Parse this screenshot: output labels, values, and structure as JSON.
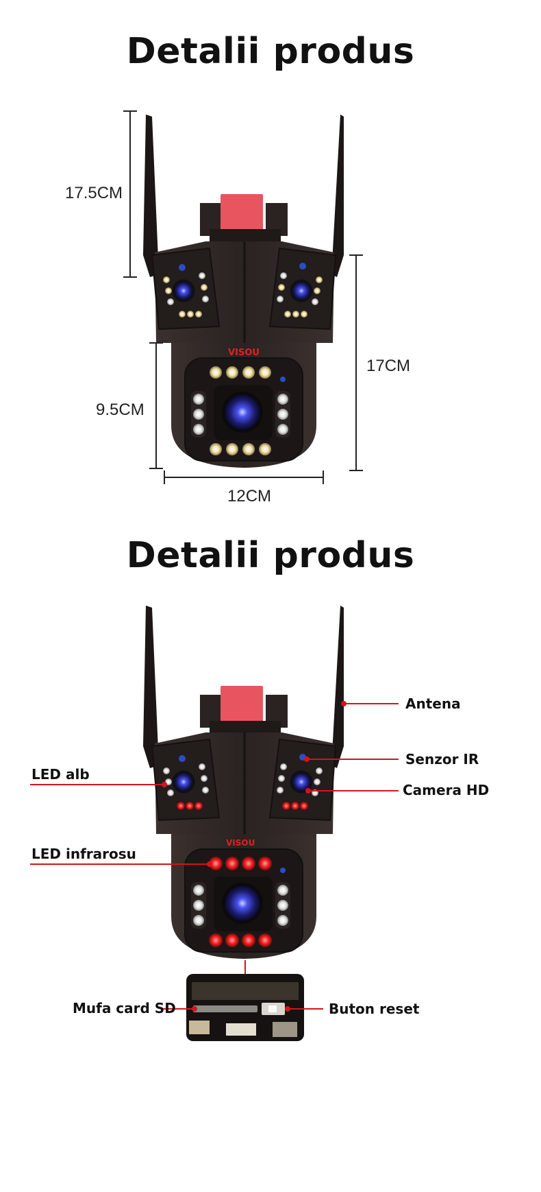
{
  "section1": {
    "title": "Detalii produs",
    "dim_antenna": "17.5CM",
    "dim_total_height": "17CM",
    "dim_bottom_height": "9.5CM",
    "dim_width": "12CM"
  },
  "section2": {
    "title": "Detalii produs",
    "labels": {
      "antenna": "Antena",
      "ir_sensor": "Senzor IR",
      "camera_hd": "Camera HD",
      "white_led": "LED alb",
      "ir_led": "LED infrarosu",
      "sd_slot": "Mufa card SD",
      "reset_button": "Buton reset"
    },
    "brand": "VISOU"
  },
  "colors": {
    "body": "#2e2624",
    "body_dark": "#1f1918",
    "accent_red": "#e8555e",
    "callout_line": "#d3141e",
    "lens_blue": "#3a3fd8"
  }
}
